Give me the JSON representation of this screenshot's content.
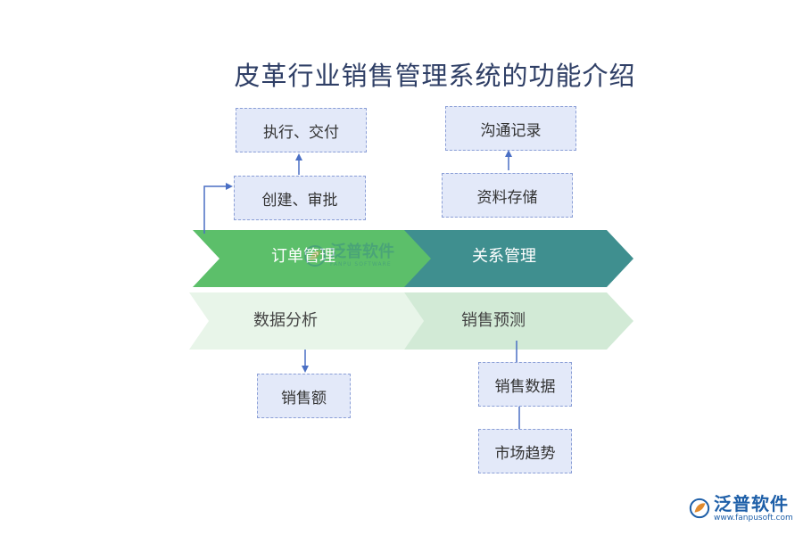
{
  "title": "皮革行业销售管理系统的功能介绍",
  "chevrons": {
    "order": "订单管理",
    "relation": "关系管理",
    "analysis": "数据分析",
    "forecast": "销售预测"
  },
  "boxes": {
    "execute_deliver": "执行、交付",
    "create_approve": "创建、审批",
    "comm_record": "沟通记录",
    "data_storage": "资料存储",
    "sales_amount": "销售额",
    "sales_data": "销售数据",
    "market_trend": "市场趋势"
  },
  "watermark": {
    "cn": "泛普软件",
    "en": "FANPU SOFTWARE"
  },
  "logo": {
    "name": "泛普软件",
    "url": "www.fanpusoft.com"
  },
  "colors": {
    "order_chevron": "#5cbf6a",
    "relation_chevron": "#3f8f8f",
    "analysis_chevron": "#e8f5e9",
    "forecast_chevron": "#d2ead6",
    "box_fill": "#e3e9f9",
    "arrow": "#4a6fc4"
  }
}
